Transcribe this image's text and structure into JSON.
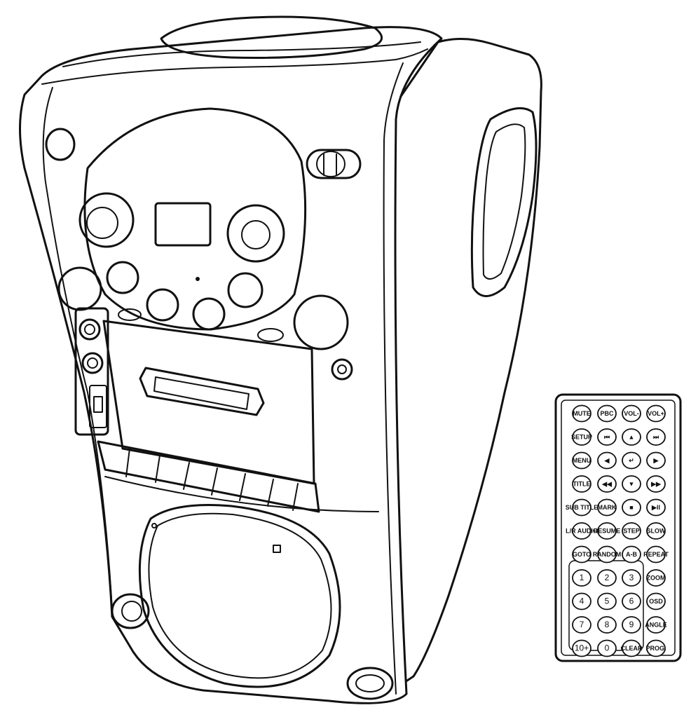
{
  "remote": {
    "rows": [
      [
        "MUTE",
        "PBC",
        "VOL-",
        "VOL+"
      ],
      [
        "SETUP",
        "⏮",
        "▲",
        "⏭"
      ],
      [
        "MENU",
        "◀",
        "↵",
        "▶"
      ],
      [
        "TITLE",
        "◀◀",
        "▼",
        "▶▶"
      ],
      [
        "SUB TITLE",
        "MARK",
        "■",
        "▶II"
      ],
      [
        "L/R AUDIO",
        "RESUME",
        "STEP",
        "SLOW"
      ],
      [
        "GOTO",
        "RANDOM",
        "A-B",
        "REPEAT"
      ],
      [
        "1",
        "2",
        "3",
        "ZOOM"
      ],
      [
        "4",
        "5",
        "6",
        "OSD"
      ],
      [
        "7",
        "8",
        "9",
        "ANGLE"
      ],
      [
        "10+",
        "0",
        "CLEAR",
        "PROG."
      ]
    ]
  }
}
